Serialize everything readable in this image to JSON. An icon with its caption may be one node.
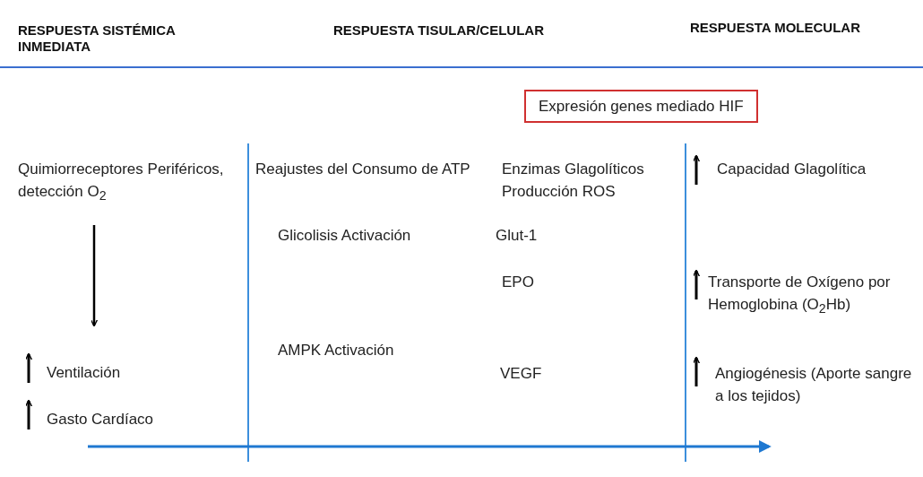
{
  "diagram": {
    "nodes": [
      {
        "text": [
          "Expresión genes mediado HIF"
        ]
      },
      {
        "text": [
          "Quimiorreceptores Periféricos, detección O$_{2}$"
        ]
      },
      {
        "text": [
          "Ventilación"
        ]
      }
    ],
    "edges": [
      {
        "from": 1,
        "to": 2,
        "arrow": "to"
      }
    ],
    "labels": [
      "RESPUESTA SISTÉMICA INMEDIATA",
      "RESPUESTA TISULAR/CELULAR",
      "RESPUESTA MOLECULAR",
      "Reajustes del Consumo de ATP",
      "Enzimas Glagolíticos Producción ROS",
      "Capacidad Glagolítica",
      "Glicolisis Activación",
      "Glut-1",
      "EPO",
      "Transporte de Oxígeno por Hemoglobina (O$_{2}$Hb)",
      "AMPK Activación",
      "VEGF",
      "Angiogénesis (Aporte sangre a los tejidos)",
      "Gasto Cardíaco"
    ]
  }
}
